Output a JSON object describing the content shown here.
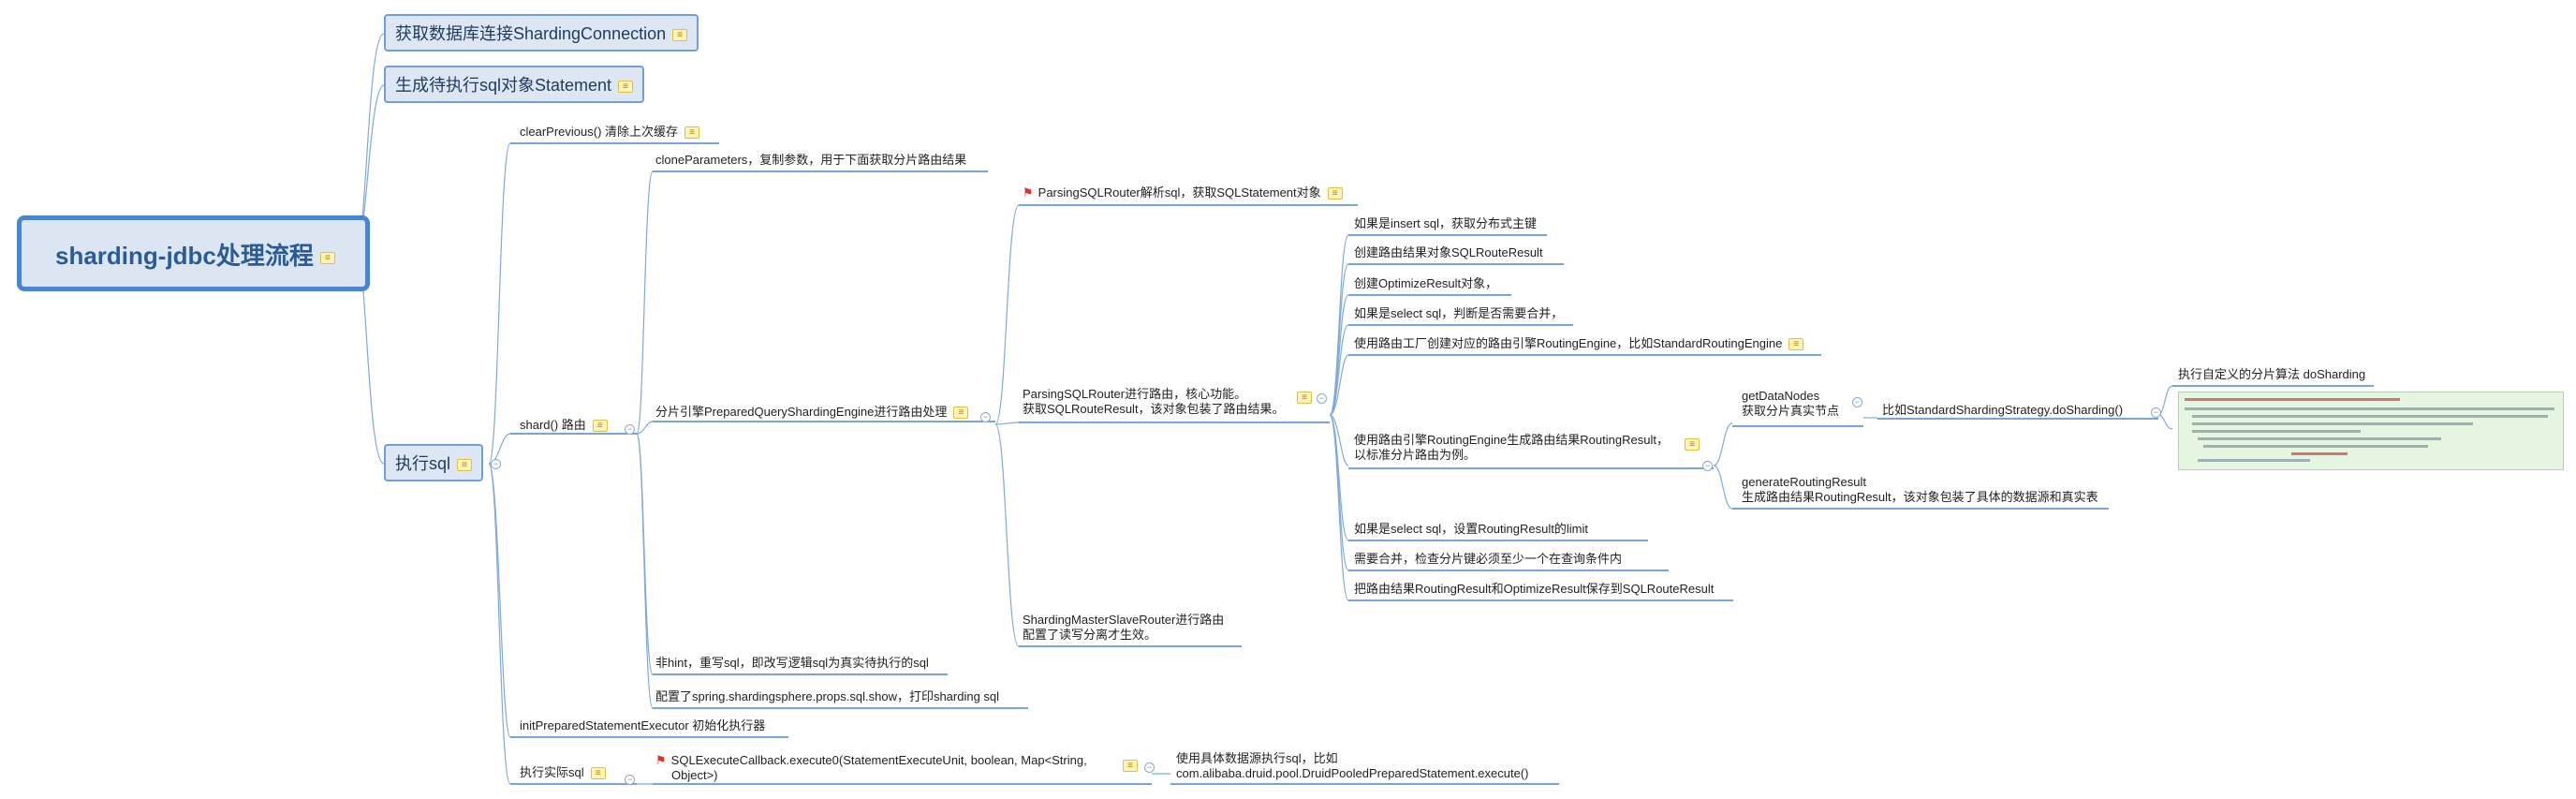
{
  "root": {
    "label": "sharding-jdbc处理流程"
  },
  "level1": {
    "get_connection": "获取数据库连接ShardingConnection",
    "create_statement": "生成待执行sql对象Statement",
    "execute_sql": "执行sql"
  },
  "exec": {
    "clear_previous": "clearPrevious() 清除上次缓存",
    "shard": "shard() 路由",
    "init_executor": "initPreparedStatementExecutor 初始化执行器",
    "execute_actual": "执行实际sql"
  },
  "shard": {
    "clone_params": "cloneParameters，复制参数，用于下面获取分片路由结果",
    "engine": "分片引擎PreparedQueryShardingEngine进行路由处理",
    "rewrite": "非hint，重写sql，即改写逻辑sql为真实待执行的sql",
    "config_show": "配置了spring.shardingsphere.props.sql.show，打印sharding sql"
  },
  "engine": {
    "parse": "ParsingSQLRouter解析sql，获取SQLStatement对象",
    "route_line1": "ParsingSQLRouter进行路由，核心功能。",
    "route_line2": "获取SQLRouteResult，该对象包装了路由结果。",
    "master_slave_line1": "ShardingMasterSlaveRouter进行路由",
    "master_slave_line2": "配置了读写分离才生效。"
  },
  "route_steps": {
    "insert": "如果是insert sql，获取分布式主键",
    "create_result": "创建路由结果对象SQLRouteResult",
    "optimize": "创建OptimizeResult对象，",
    "select_merge": "如果是select sql，判断是否需要合并，",
    "factory": "使用路由工厂创建对应的路由引擎RoutingEngine，比如StandardRoutingEngine",
    "generate_line1": "使用路由引擎RoutingEngine生成路由结果RoutingResult，",
    "generate_line2": "以标准分片路由为例。",
    "select_limit": "如果是select sql，设置RoutingResult的limit",
    "merge_check": "需要合并，检查分片键必须至少一个在查询条件内",
    "save_result": "把路由结果RoutingResult和OptimizeResult保存到SQLRouteResult"
  },
  "routing": {
    "get_nodes_line1": "getDataNodes",
    "get_nodes_line2": "获取分片真实节点",
    "standard_strategy": "比如StandardShardingStrategy.doSharding()",
    "custom_algorithm": "执行自定义的分片算法 doSharding",
    "gen_result_line1": "generateRoutingResult",
    "gen_result_line2": "生成路由结果RoutingResult，该对象包装了具体的数据源和真实表"
  },
  "execute": {
    "callback_line1": "SQLExecuteCallback.execute0(StatementExecuteUnit, boolean, Map<String,",
    "callback_line2": "Object>)",
    "druid_line1": "使用具体数据源执行sql，比如",
    "druid_line2": "com.alibaba.druid.pool.DruidPooledPreparedStatement.execute()"
  },
  "icons": {
    "note": "note-icon",
    "flag": "flag-icon",
    "collapse": "collapse-toggle-icon"
  },
  "colors": {
    "connector": "#6f9fd6",
    "underline": "#4a86cf",
    "root_border": "#4a86cf",
    "box_fill": "#dde7f3"
  }
}
